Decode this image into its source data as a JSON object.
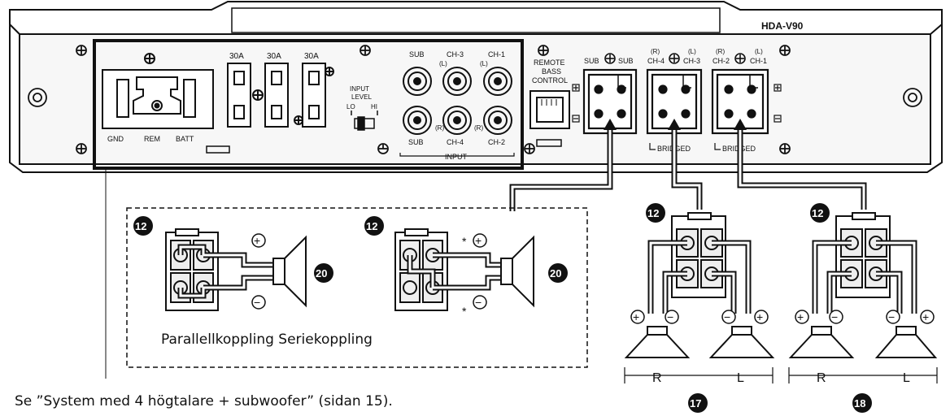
{
  "amp": {
    "model": "HDA-V90",
    "power_labels": [
      "GND",
      "REM",
      "BATT"
    ],
    "fuses": [
      "30A",
      "30A",
      "30A"
    ],
    "input_level": {
      "title_line1": "INPUT",
      "title_line2": "LEVEL",
      "lo": "LO",
      "hi": "HI"
    },
    "rca": {
      "top_labels": [
        "SUB",
        "CH-3",
        "CH-1"
      ],
      "top_sub": [
        "",
        "(L)",
        "(L)"
      ],
      "bottom_labels": [
        "SUB",
        "CH-4",
        "CH-2"
      ],
      "bottom_sub": [
        "",
        "(R)",
        "(R)"
      ],
      "input_label": "INPUT"
    },
    "remote": {
      "line1": "REMOTE",
      "line2": "BASS",
      "line3": "CONTROL"
    },
    "terminals": {
      "sub_left": "SUB",
      "sub_right": "SUB",
      "ch4_r": "(R)",
      "ch4": "CH-4",
      "ch3_l": "(L)",
      "ch3": "CH-3",
      "ch2_r": "(R)",
      "ch2": "CH-2",
      "ch1_l": "(L)",
      "ch1": "CH-1",
      "bridged": "BRIDGED"
    }
  },
  "callouts": {
    "connector": "12",
    "subwoofer": "20",
    "front_pair": "17",
    "rear_pair": "18"
  },
  "polarity": {
    "plus": "+",
    "minus": "−",
    "asterisk": "*"
  },
  "speaker_labels": {
    "right": "R",
    "left": "L"
  },
  "text": {
    "connection_types": "Parallellkoppling Seriekoppling",
    "caption": "Se ”System med 4 högtalare + subwoofer” (sidan 15)."
  }
}
